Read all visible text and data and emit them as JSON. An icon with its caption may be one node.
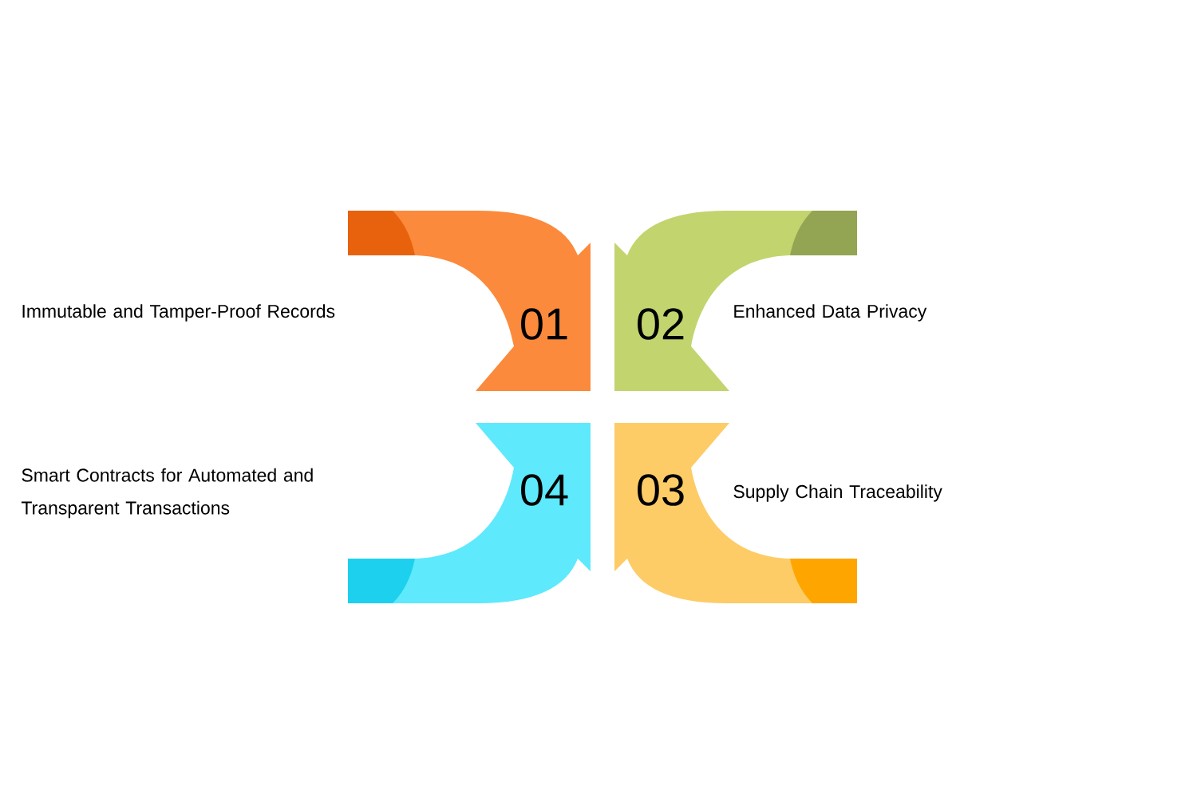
{
  "diagram": {
    "nodes": [
      {
        "text": [
          "01"
        ],
        "beside": [
          "Immutable and Tamper-Proof Records"
        ]
      },
      {
        "text": [
          "02"
        ],
        "beside": [
          "Enhanced Data Privacy"
        ]
      },
      {
        "text": [
          "04"
        ],
        "beside": [
          "Smart Contracts for Automated and Transparent Transactions"
        ]
      },
      {
        "text": [
          "03"
        ],
        "beside": [
          "Supply Chain Traceability"
        ]
      }
    ]
  }
}
